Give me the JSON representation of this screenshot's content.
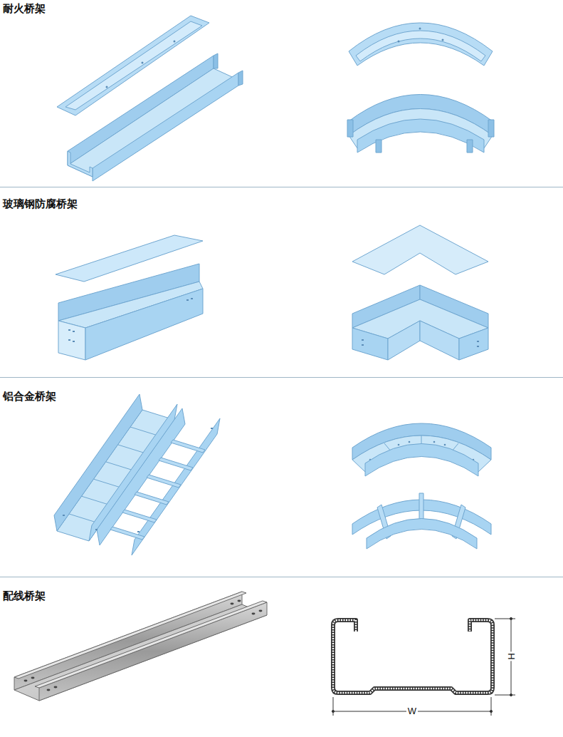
{
  "diagram": {
    "labels": [
      "耐火桥架",
      "玻璃钢防腐桥架",
      "铝合金桥架",
      "配线桥架",
      "H",
      "W"
    ]
  }
}
